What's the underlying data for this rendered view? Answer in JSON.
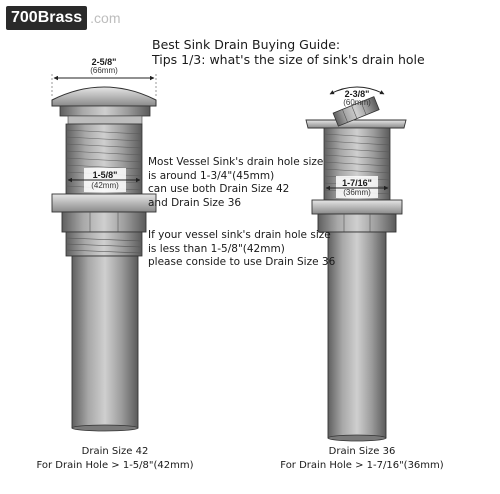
{
  "brand": {
    "name": "700Brass",
    "suffix": ".com"
  },
  "title": {
    "line1": "Best Sink Drain Buying Guide:",
    "line2": "Tips 1/3: what's the size of sink's drain hole"
  },
  "left_drain": {
    "cap_dim": "2-5/8\"",
    "cap_dim_mm": "(66mm)",
    "body_dim": "1-5/8\"",
    "body_dim_mm": "(42mm)",
    "caption_line1": "Drain Size 42",
    "caption_line2": "For Drain Hole > 1-5/8\"(42mm)"
  },
  "right_drain": {
    "cap_dim": "2-3/8\"",
    "cap_dim_mm": "(60mm)",
    "body_dim": "1-7/16\"",
    "body_dim_mm": "(36mm)",
    "caption_line1": "Drain Size 36",
    "caption_line2": "For Drain Hole > 1-7/16\"(36mm)"
  },
  "notes": {
    "note1": [
      "Most Vessel Sink's drain hole size",
      "is around 1-3/4\"(45mm)",
      "can use both Drain Size 42",
      "and Drain Size 36"
    ],
    "note2": [
      "If your vessel sink's drain hole size",
      "is less than 1-5/8\"(42mm)",
      "please conside to use Drain Size 36"
    ]
  },
  "colors": {
    "metal_dark": "#6e6e6e",
    "metal_mid": "#9a9a9a",
    "metal_light": "#d2d2d2",
    "brand_bg": "#2a2a2a"
  }
}
